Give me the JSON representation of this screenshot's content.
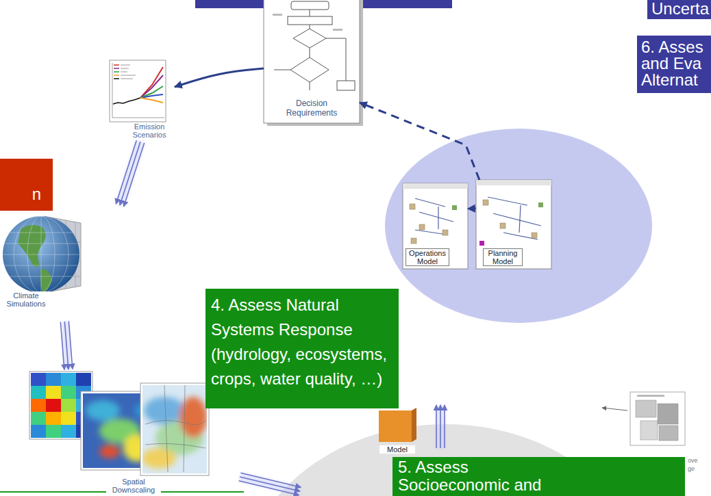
{
  "diagram": {
    "nodes": [
      {
        "text": [
          "Uncerta"
        ]
      },
      {
        "text": [
          "Decision Requirements"
        ]
      },
      {
        "text": [
          "6. Asses and Eva Alternat"
        ]
      },
      {
        "text": [
          "Emission Scenarios"
        ]
      },
      {
        "text": [
          "n"
        ]
      },
      {
        "text": [
          "Operations Model"
        ]
      },
      {
        "text": [
          "Planning Model"
        ]
      },
      {
        "text": [
          "Climate Simulations"
        ]
      },
      {
        "text": [
          "4. Assess Natural Systems Response (hydrology, ecosystems, crops, water quality, …)"
        ]
      },
      {
        "text": [
          "Spatial Downscaling"
        ]
      },
      {
        "text": [
          "Model"
        ]
      },
      {
        "text": [
          "5. Assess Socioeconomic and"
        ]
      }
    ],
    "edges": [
      {
        "from": 1,
        "to": 3,
        "arrow": "to"
      },
      {
        "from": 6,
        "to": 1,
        "arrow": "to"
      },
      {
        "from": 3,
        "to": 7,
        "arrow": "to"
      },
      {
        "from": 7,
        "to": 9,
        "arrow": "to"
      },
      {
        "from": 6,
        "to": 5,
        "arrow": "to"
      }
    ],
    "labels": [
      "ove",
      "ge"
    ]
  }
}
